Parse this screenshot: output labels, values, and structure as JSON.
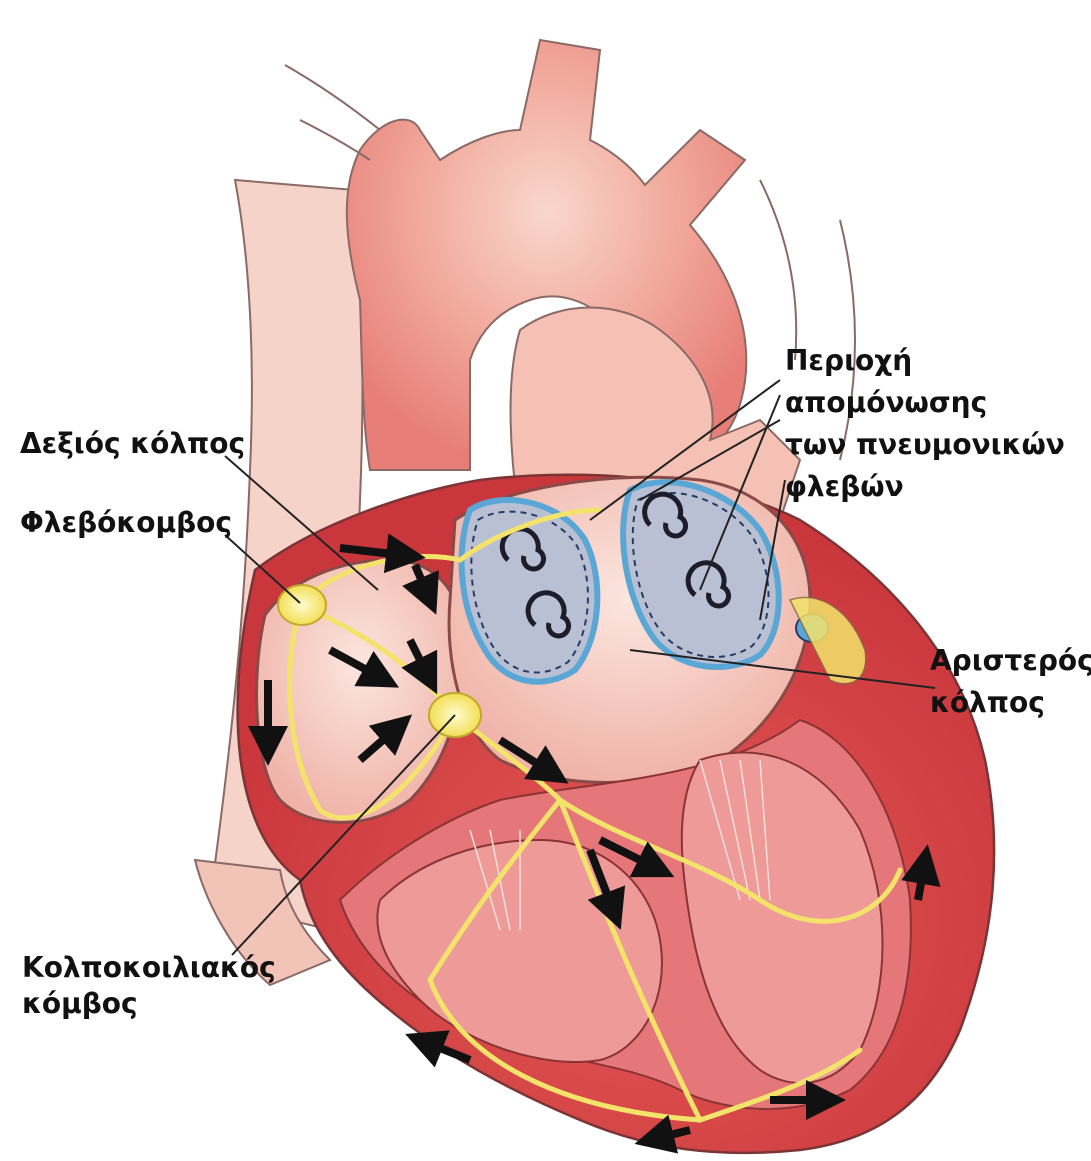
{
  "labels": {
    "right_atrium": "Δεξιός κόλπος",
    "sinoatrial_node": "Φλεβόκομβος",
    "av_node": [
      "Κολποκοιλιακός",
      "κόμβος"
    ],
    "pulmonary_vein_isolation": [
      "Περιοχή",
      "απομόνωσης",
      "των πνευμονικών",
      "φλεβών"
    ],
    "left_atrium": [
      "Αριστερός",
      "κόλπος"
    ]
  },
  "colors": {
    "myocardium": "#d8484a",
    "vessel": "#f3b3a6",
    "chamber": "#f8d6cc",
    "conduction_path": "#f3e36a",
    "node": "#f7f08a",
    "vein_isolation_area": "#b9c0d3",
    "isolation_border": "#5aa7d6",
    "arrow": "#111111",
    "label_text": "#111111"
  }
}
